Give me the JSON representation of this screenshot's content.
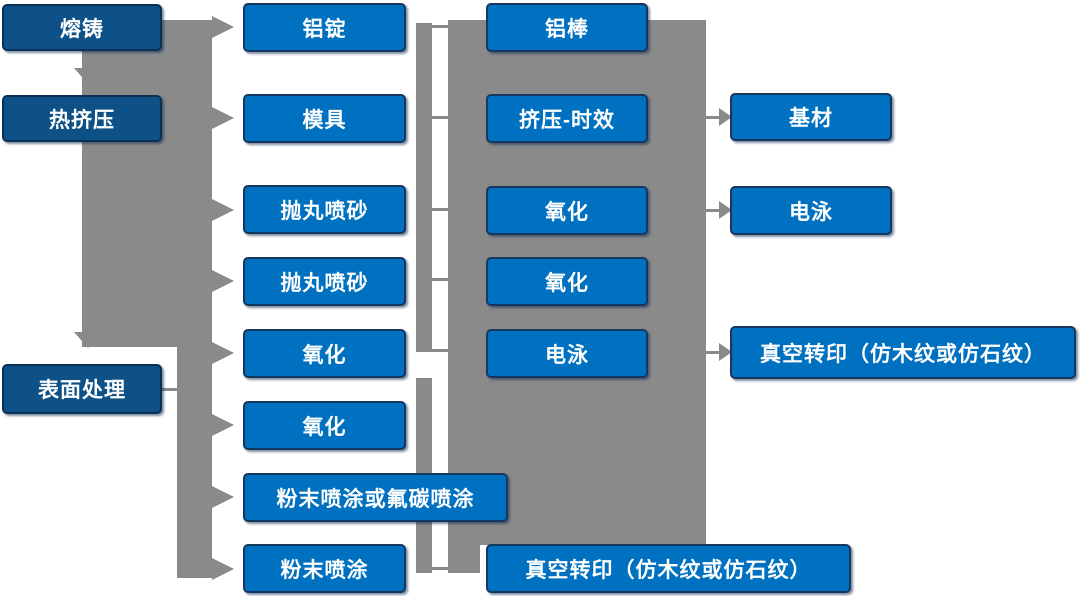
{
  "diagram": {
    "type": "process-flowchart",
    "language": "zh-CN",
    "topic": "aluminum profile production and surface finishing flow"
  },
  "colors": {
    "node_fill_light_blue": "#0070C0",
    "node_fill_dark_blue": "#0E5187",
    "node_border": "#17375E",
    "connector_gray": "#8A8A8A",
    "node_text": "#FFFFFF",
    "background": "#FFFFFF"
  },
  "columns": {
    "process_stages": [
      {
        "label": "熔铸"
      },
      {
        "label": "热挤压"
      },
      {
        "label": "表面处理"
      }
    ],
    "stage_outputs": [
      {
        "label": "铝锭"
      },
      {
        "label": "模具"
      },
      {
        "label": "抛丸喷砂"
      },
      {
        "label": "抛丸喷砂"
      },
      {
        "label": "氧化"
      },
      {
        "label": "氧化"
      },
      {
        "label": "粉末喷涂或氟碳喷涂"
      },
      {
        "label": "粉末喷涂"
      }
    ],
    "treatment_steps": [
      {
        "label": "铝棒"
      },
      {
        "label": "挤压-时效"
      },
      {
        "label": "氧化"
      },
      {
        "label": "氧化"
      },
      {
        "label": "电泳"
      },
      {
        "label": "真空转印（仿木纹或仿石纹）"
      }
    ],
    "final_products": [
      {
        "label": "基材"
      },
      {
        "label": "电泳"
      },
      {
        "label": "真空转印（仿木纹或仿石纹）"
      }
    ]
  }
}
